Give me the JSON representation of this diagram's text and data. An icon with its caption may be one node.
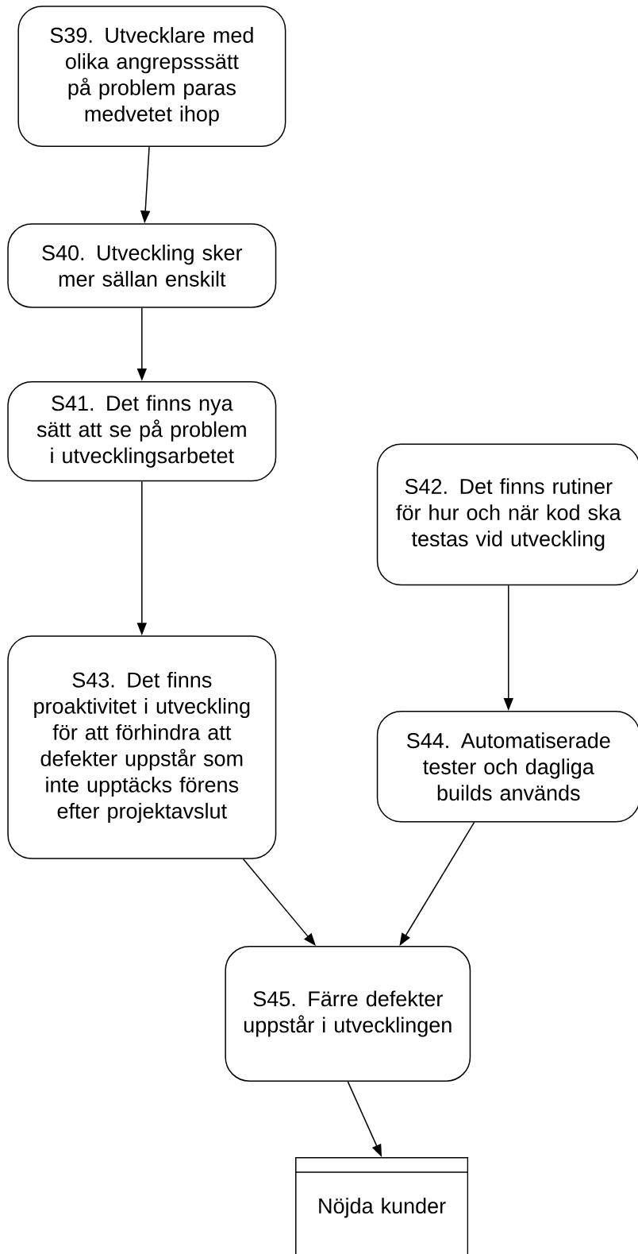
{
  "diagram": {
    "nodes": [
      {
        "text": [
          "S39. Utvecklare med olika angrepsssätt på problem paras medvetet ihop"
        ]
      },
      {
        "text": [
          "S40. Utveckling sker mer sällan enskilt"
        ]
      },
      {
        "text": [
          "S41. Det finns nya sätt att se på problem i utvecklingsarbetet"
        ]
      },
      {
        "text": [
          "S42. Det finns rutiner för hur och när kod ska testas vid utveckling"
        ]
      },
      {
        "text": [
          "S43. Det finns proaktivitet i utveckling för att förhindra att defekter uppstår som inte upptäcks förens efter projektavslut"
        ]
      },
      {
        "text": [
          "S44. Automatiserade tester och dagliga builds används"
        ]
      },
      {
        "text": [
          "S45. Färre defekter uppstår i utvecklingen"
        ]
      },
      {
        "text": [
          "Nöjda kunder"
        ]
      }
    ],
    "edges": [
      {
        "from": 0,
        "to": 1,
        "arrow": "to"
      },
      {
        "from": 1,
        "to": 2,
        "arrow": "to"
      },
      {
        "from": 2,
        "to": 4,
        "arrow": "to"
      },
      {
        "from": 3,
        "to": 5,
        "arrow": "to"
      },
      {
        "from": 4,
        "to": 6,
        "arrow": "to"
      },
      {
        "from": 5,
        "to": 6,
        "arrow": "to"
      },
      {
        "from": 6,
        "to": 7,
        "arrow": "to"
      }
    ]
  }
}
